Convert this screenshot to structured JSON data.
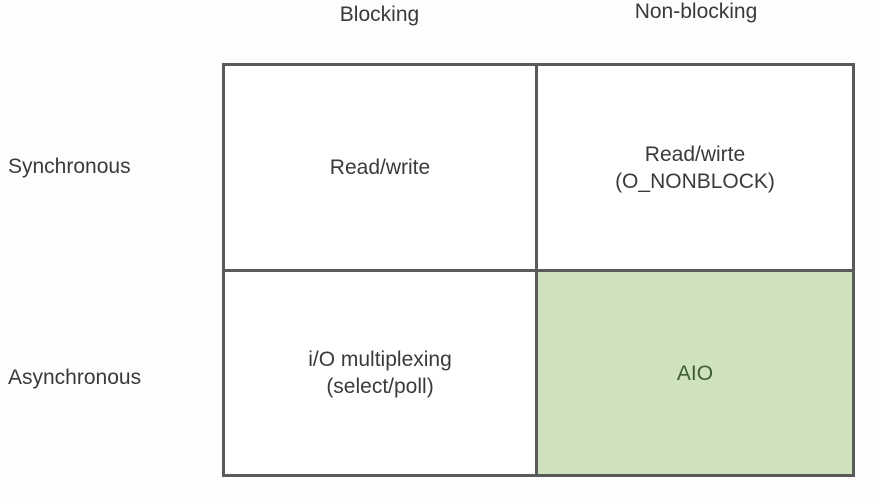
{
  "diagram": {
    "title": "io-model-matrix",
    "col_headers": [
      {
        "label": "Blocking"
      },
      {
        "label": "Non-blocking"
      }
    ],
    "row_headers": [
      {
        "label": "Synchronous"
      },
      {
        "label": "Asynchronous"
      }
    ],
    "cells": [
      {
        "row": "Synchronous",
        "col": "Blocking",
        "lines": [
          "Read/write"
        ],
        "highlighted": false
      },
      {
        "row": "Synchronous",
        "col": "Non-blocking",
        "lines": [
          "Read/wirte",
          "(O_NONBLOCK)"
        ],
        "highlighted": false
      },
      {
        "row": "Asynchronous",
        "col": "Blocking",
        "lines": [
          "i/O multiplexing",
          "(select/poll)"
        ],
        "highlighted": false
      },
      {
        "row": "Asynchronous",
        "col": "Non-blocking",
        "lines": [
          "AIO"
        ],
        "highlighted": true
      }
    ]
  },
  "colors": {
    "page_bg": "#fdfdfd",
    "text": "#3a3a3a",
    "border": "#5a5a5a",
    "highlight_bg": "#cee3bd",
    "highlight_text": "#3d5c38"
  }
}
